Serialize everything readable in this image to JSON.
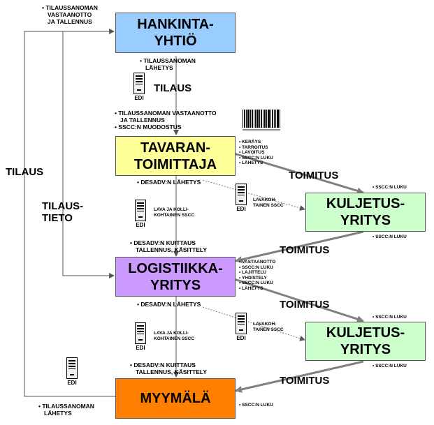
{
  "boxes": {
    "hankinta": {
      "line1": "HANKINTA-",
      "line2": "YHTIÖ",
      "color": "#99ccff"
    },
    "tavaran": {
      "line1": "TAVARAN-",
      "line2": "TOIMITTAJA",
      "color": "#ffff99"
    },
    "logistiikka": {
      "line1": "LOGISTIIKKA-",
      "line2": "YRITYS",
      "color": "#cc99ff"
    },
    "kuljetus1": {
      "line1": "KULJETUS-",
      "line2": "YRITYS",
      "color": "#ccffcc"
    },
    "kuljetus2": {
      "line1": "KULJETUS-",
      "line2": "YRITYS",
      "color": "#ccffcc"
    },
    "myymala": {
      "line1": "MYYMÄLÄ",
      "color": "#ff8000"
    }
  },
  "labels": {
    "tilaus_left": "TILAUS",
    "tilaustieto_1": "TILAUS-",
    "tilaustieto_2": "TIETO",
    "tilaus_mid": "TILAUS",
    "toimitus1": "TOIMITUS",
    "toimitus2": "TOIMITUS",
    "toimitus3": "TOIMITUS",
    "toimitus4": "TOIMITUS"
  },
  "notes": {
    "top_left": [
      "• TILAUSSANOMAN",
      "VASTAANOTTO",
      "JA TALLENNUS"
    ],
    "hank_send": [
      "• TILAUSSANOMAN",
      "LÄHETYS"
    ],
    "tav_receive": [
      "• TILAUSSANOMAN VASTAANOTTO",
      "JA TALLENNUS",
      "• SSCC:N MUODOSTUS"
    ],
    "tav_desadv": "• DESADV:N LÄHETYS",
    "log_kuittaus": [
      "• DESADV:N KUITTAUS",
      "TALLENNUS, KÄSITTELY"
    ],
    "log_desadv": "• DESADV:N LÄHETYS",
    "myy_kuittaus": [
      "• DESADV:N KUITTAUS",
      "TALLENNUS, KÄSITTELY"
    ],
    "bottom_left": [
      "• TILAUSSANOMAN",
      "LÄHETYS"
    ]
  },
  "small": {
    "tav_actions": [
      "• KERÄYS",
      "• TARROITUS",
      "• LAVOITUS",
      "• SSCC:N LUKU",
      "• LÄHETYS"
    ],
    "log_actions": [
      "• VASTAANOTTO",
      "• SSCC:N LUKU",
      "• LAJITTELU",
      "• YHDISTELY",
      "• SSCC:N LUKU",
      "• LÄHETYS"
    ],
    "lava1": [
      "LAVA JA KOLLI-",
      "KOHTAINEN SSCC"
    ],
    "lava2": [
      "LAVA JA KOLLI-",
      "KOHTAINEN SSCC"
    ],
    "lavakoh1": [
      "LAVAKOH-",
      "TAINEN SSCC"
    ],
    "lavakoh2": [
      "LAVAKOH-",
      "TAINEN SSCC"
    ],
    "k1_in": "• SSCC:N LUKU",
    "k1_out": "• SSCC:N LUKU",
    "k2_in": "• SSCC:N LUKU",
    "k2_out": "• SSCC:N LUKU",
    "myy_luku": "• SSCC:N LUKU"
  },
  "edi": "EDI"
}
